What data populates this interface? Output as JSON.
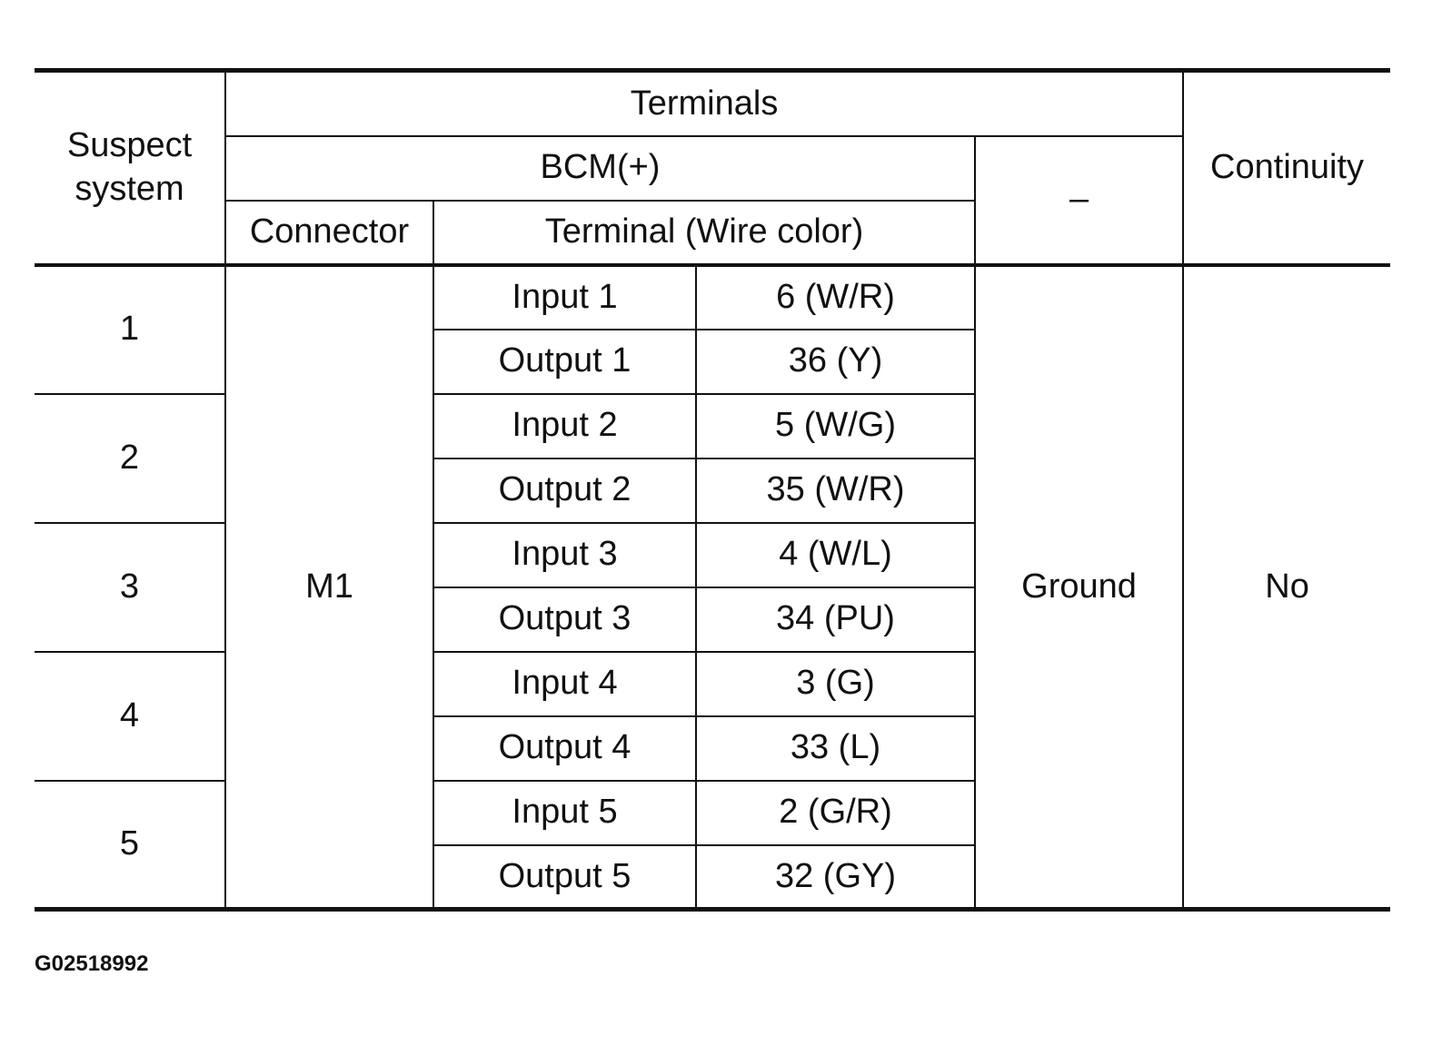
{
  "header": {
    "suspect_system": "Suspect system",
    "terminals": "Terminals",
    "bcm_plus": "BCM(+)",
    "minus": "–",
    "connector": "Connector",
    "terminal_wire_color": "Terminal (Wire color)",
    "continuity": "Continuity"
  },
  "connector_value": "M1",
  "ground_value": "Ground",
  "continuity_value": "No",
  "systems": [
    {
      "id": "1",
      "rows": [
        {
          "io": "Input 1",
          "terminal": "6 (W/R)"
        },
        {
          "io": "Output 1",
          "terminal": "36 (Y)"
        }
      ]
    },
    {
      "id": "2",
      "rows": [
        {
          "io": "Input 2",
          "terminal": "5 (W/G)"
        },
        {
          "io": "Output 2",
          "terminal": "35 (W/R)"
        }
      ]
    },
    {
      "id": "3",
      "rows": [
        {
          "io": "Input 3",
          "terminal": "4 (W/L)"
        },
        {
          "io": "Output 3",
          "terminal": "34 (PU)"
        }
      ]
    },
    {
      "id": "4",
      "rows": [
        {
          "io": "Input 4",
          "terminal": "3 (G)"
        },
        {
          "io": "Output 4",
          "terminal": "33 (L)"
        }
      ]
    },
    {
      "id": "5",
      "rows": [
        {
          "io": "Input 5",
          "terminal": "2 (G/R)"
        },
        {
          "io": "Output 5",
          "terminal": "32 (GY)"
        }
      ]
    }
  ],
  "figure_id": "G02518992"
}
